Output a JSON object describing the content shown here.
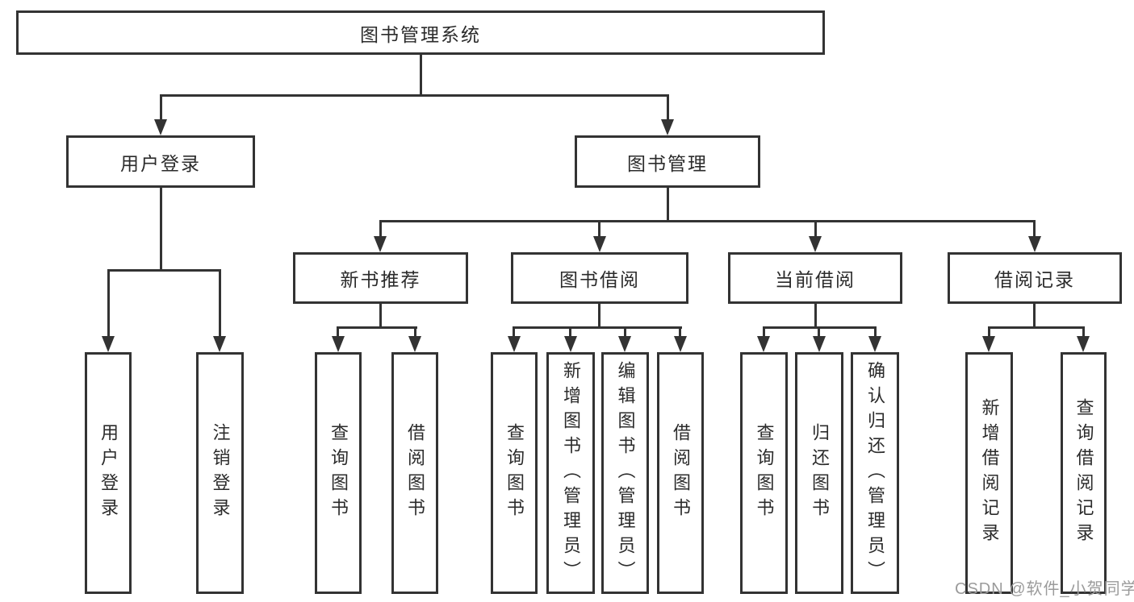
{
  "diagram": {
    "type": "tree",
    "title": "图书管理系统",
    "watermark": "CSDN @软件_小贺同学",
    "line_color": "#333333",
    "box_fill": "#ffffff",
    "text_color": "#2b2b2b",
    "nodes": {
      "root": "图书管理系统",
      "user_login": "用户登录",
      "book_mgmt": "图书管理",
      "new_book_rec": "新书推荐",
      "book_borrow": "图书借阅",
      "current_borrow": "当前借阅",
      "borrow_records": "借阅记录",
      "leaf_user_login": "用户登录",
      "leaf_logout": "注销登录",
      "leaf_query_books_1": "查询图书",
      "leaf_borrow_books_1": "借阅图书",
      "leaf_query_books_2": "查询图书",
      "leaf_add_books": "新增图书（管理员）",
      "leaf_edit_books": "编辑图书（管理员）",
      "leaf_borrow_books_2": "借阅图书",
      "leaf_query_books_3": "查询图书",
      "leaf_return_books": "归还图书",
      "leaf_confirm_return": "确认归还（管理员）",
      "leaf_add_record": "新增借阅记录",
      "leaf_query_record": "查询借阅记录"
    },
    "hierarchy": {
      "图书管理系统": [
        "用户登录",
        "图书管理"
      ],
      "用户登录": [
        "用户登录",
        "注销登录"
      ],
      "图书管理": [
        "新书推荐",
        "图书借阅",
        "当前借阅",
        "借阅记录"
      ],
      "新书推荐": [
        "查询图书",
        "借阅图书"
      ],
      "图书借阅": [
        "查询图书",
        "新增图书（管理员）",
        "编辑图书（管理员）",
        "借阅图书"
      ],
      "当前借阅": [
        "查询图书",
        "归还图书",
        "确认归还（管理员）"
      ],
      "借阅记录": [
        "新增借阅记录",
        "查询借阅记录"
      ]
    }
  }
}
